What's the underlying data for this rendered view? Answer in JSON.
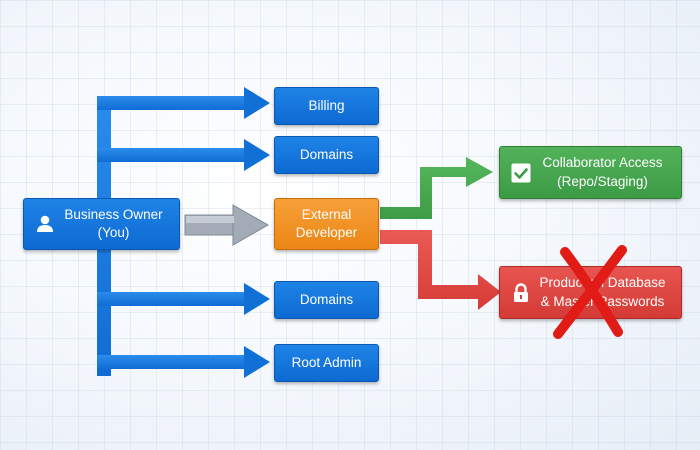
{
  "diagram": {
    "owner": {
      "line1": "Business Owner",
      "line2": "(You)",
      "icon": "user-icon"
    },
    "targets": {
      "billing": "Billing",
      "domains_top": "Domains",
      "domains_bottom": "Domains",
      "root_admin": "Root Admin"
    },
    "developer": {
      "line1": "External",
      "line2": "Developer"
    },
    "collaborator": {
      "line1": "Collaborator Access",
      "line2": "(Repo/Staging)",
      "icon": "checkmark-icon",
      "status": "allowed"
    },
    "production": {
      "line1": "Production Database",
      "line2": "& Master Passwords",
      "icon": "lock-icon",
      "status": "denied"
    },
    "colors": {
      "blue": "#0d6ad2",
      "orange": "#ec8614",
      "green": "#3c9b45",
      "red": "#d43a36",
      "gray_arrow": "#9aa4ae"
    }
  }
}
